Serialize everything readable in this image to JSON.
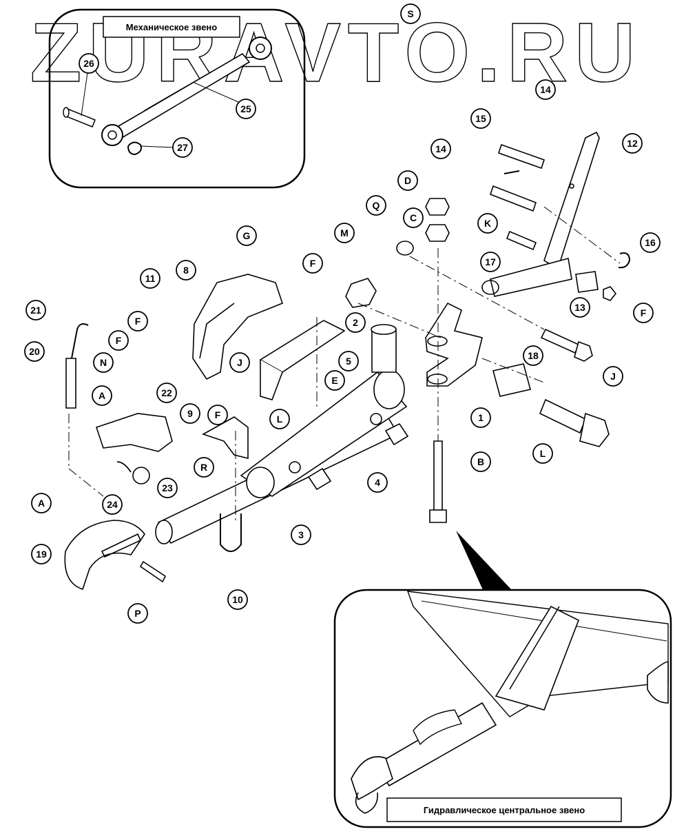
{
  "watermark": "ZURAVTO.RU",
  "insets": {
    "mechanical_title": "Механическое звено",
    "hydraulic_title": "Гидравлическое центральное звено"
  },
  "callouts": [
    "1",
    "2",
    "3",
    "4",
    "5",
    "8",
    "9",
    "10",
    "11",
    "12",
    "13",
    "14",
    "14",
    "15",
    "16",
    "17",
    "18",
    "19",
    "20",
    "21",
    "22",
    "23",
    "24",
    "25",
    "26",
    "27",
    "A",
    "A",
    "B",
    "C",
    "D",
    "E",
    "F",
    "F",
    "F",
    "F",
    "F",
    "G",
    "J",
    "J",
    "K",
    "L",
    "L",
    "M",
    "N",
    "P",
    "Q",
    "R",
    "S"
  ]
}
